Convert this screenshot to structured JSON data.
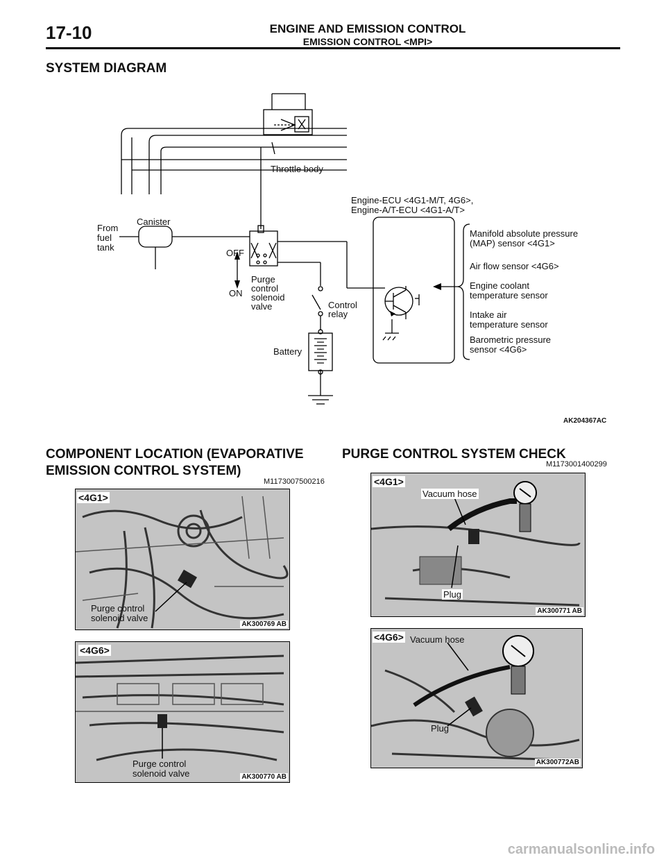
{
  "header": {
    "page_number": "17-10",
    "title": "ENGINE AND EMISSION CONTROL",
    "subtitle": "EMISSION CONTROL <MPI>"
  },
  "system_diagram": {
    "heading": "SYSTEM DIAGRAM",
    "labels": {
      "throttle_body": "Throttle body",
      "ecu_line1": "Engine-ECU <4G1-M/T, 4G6>,",
      "ecu_line2": "Engine-A/T-ECU <4G1-A/T>",
      "from_fuel_tank_1": "From",
      "from_fuel_tank_2": "fuel",
      "from_fuel_tank_3": "tank",
      "canister": "Canister",
      "off": "OFF",
      "on": "ON",
      "purge_1": "Purge",
      "purge_2": "control",
      "purge_3": "solenoid",
      "purge_4": "valve",
      "control_relay_1": "Control",
      "control_relay_2": "relay",
      "battery": "Battery",
      "map_1": "Manifold absolute pressure",
      "map_2": "(MAP) sensor <4G1>",
      "air_flow": "Air flow sensor <4G6>",
      "coolant_1": "Engine coolant",
      "coolant_2": "temperature sensor",
      "intake_1": "Intake air",
      "intake_2": "temperature sensor",
      "baro_1": "Barometric pressure",
      "baro_2": "sensor <4G6>"
    },
    "figure_code": "AK204367AC"
  },
  "component_location": {
    "heading_line1": "COMPONENT LOCATION (EVAPORATIVE",
    "heading_line2": "EMISSION CONTROL SYSTEM)",
    "code": "M1173007500216",
    "photo1": {
      "tag": "<4G1>",
      "label_1": "Purge control",
      "label_2": "solenoid valve",
      "code": "AK300769 AB"
    },
    "photo2": {
      "tag": "<4G6>",
      "label_1": "Purge control",
      "label_2": "solenoid valve",
      "code": "AK300770 AB"
    }
  },
  "purge_check": {
    "heading": "PURGE CONTROL SYSTEM CHECK",
    "code": "M1173001400299",
    "photo1": {
      "tag": "<4G1>",
      "vacuum_hose": "Vacuum hose",
      "plug": "Plug",
      "code": "AK300771 AB"
    },
    "photo2": {
      "tag": "<4G6>",
      "vacuum_hose": "Vacuum hose",
      "plug": "Plug",
      "code": "AK300772AB"
    }
  },
  "footer": {
    "watermark": "carmanualsonline.info"
  }
}
